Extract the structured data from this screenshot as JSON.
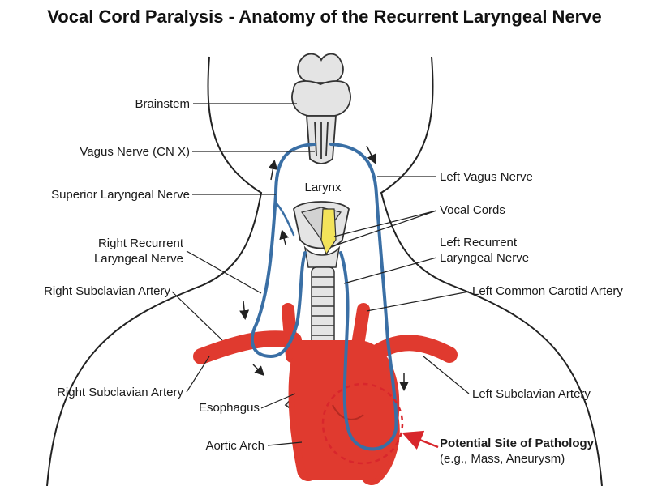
{
  "title": "Vocal Cord Paralysis - Anatomy of the Recurrent Laryngeal Nerve",
  "labels": {
    "brainstem": "Brainstem",
    "vagus_nerve": "Vagus Nerve (CN X)",
    "superior_laryngeal_nerve": "Superior Laryngeal Nerve",
    "right_recurrent_1": "Right Recurrent",
    "right_recurrent_2": "Laryngeal Nerve",
    "right_subclavian_upper": "Right Subclavian Artery",
    "right_subclavian_lower": "Right Subclavian Artery",
    "esophagus": "Esophagus",
    "aortic_arch": "Aortic Arch",
    "larynx": "Larynx",
    "left_vagus_nerve": "Left Vagus Nerve",
    "vocal_cords": "Vocal Cords",
    "left_recurrent_1": "Left Recurrent",
    "left_recurrent_2": "Laryngeal Nerve",
    "left_common_carotid": "Left Common Carotid Artery",
    "left_subclavian": "Left Subclavian Artery",
    "pathology_1": "Potential Site of Pathology",
    "pathology_2": "(e.g., Mass, Aneurysm)"
  },
  "colors": {
    "nerve": "#3a6fa5",
    "artery": "#e03a2f",
    "structure": "#e4e4e4",
    "vocal_cord_highlight": "#f3e35a",
    "pathology_marker": "#d8262c"
  }
}
